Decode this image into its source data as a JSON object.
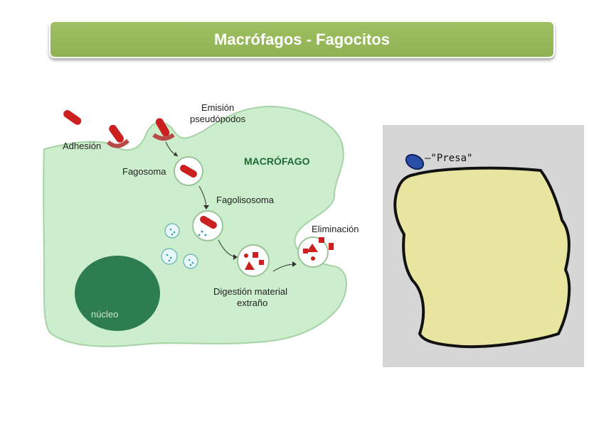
{
  "title": "Macrófagos - Fagocitos",
  "diagram": {
    "labels": {
      "adhesion": "Adhesión",
      "emision_1": "Emisión",
      "emision_2": "pseudópodos",
      "macrofago": "MACRÓFAGO",
      "fagosoma": "Fagosoma",
      "fagolisosoma": "Fagolisosoma",
      "eliminacion": "Eliminación",
      "digestion_1": "Digestión material",
      "digestion_2": "extraño",
      "nucleo": "núcleo"
    },
    "colors": {
      "cell": "#cdeecd",
      "cell_border": "#a5d3a5",
      "nucleus": "#2e7d52",
      "bacteria": "#cc1f1f",
      "receptor": "#b84a4a"
    }
  },
  "animation_panel": {
    "label": "—\"Presa\"",
    "colors": {
      "background": "#d6d6d6",
      "cell": "#e8e5a0",
      "prey": "#2a4fa8"
    }
  }
}
